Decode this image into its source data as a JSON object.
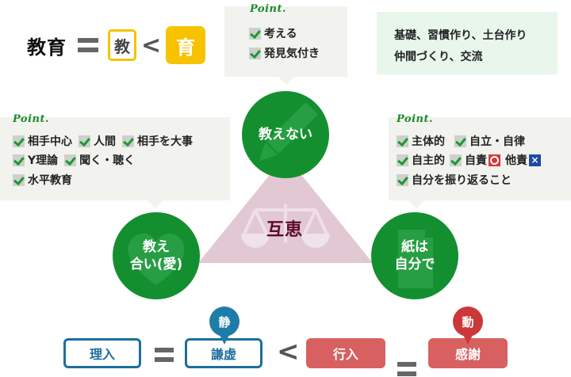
{
  "header": {
    "title": "教育",
    "equals": "=",
    "outlined_char": "教",
    "less_than": "<",
    "filled_char": "育",
    "accent_color": "#f7c300"
  },
  "top_point": {
    "logo": "Point.",
    "items": [
      "考える",
      "発見気付き"
    ]
  },
  "top_note": {
    "lines": [
      "基礎、習慣作り、土台作り",
      "仲間づくり、交流"
    ],
    "bg_color": "#e8f6ec"
  },
  "left_point": {
    "logo": "Point.",
    "rows": [
      [
        "相手中心",
        "人間",
        "相手を大事"
      ],
      [
        "Y理論",
        "聞く・聴く"
      ],
      [
        "水平教育"
      ]
    ]
  },
  "right_point": {
    "logo": "Point.",
    "rows": [
      [
        "主体的",
        "自立・自律"
      ],
      [
        "自主的",
        "自責",
        "他責"
      ],
      [
        "自分を振り返ること"
      ]
    ],
    "marks": {
      "self_blame": "○",
      "other_blame": "×"
    }
  },
  "diagram": {
    "center_label": "互恵",
    "center_icon": "scale-icon",
    "top_circle": {
      "label": "教えない",
      "icon": "pencil-icon"
    },
    "left_circle": {
      "label_line1": "教え",
      "label_line2": "合い(愛)",
      "icon": "heart-icon"
    },
    "right_circle": {
      "label_line1": "紙は",
      "label_line2": "自分で",
      "icon": "paper-icon"
    },
    "circle_color": "#148f30",
    "triangle_color": "#e2c8d3"
  },
  "bottom": {
    "box1": "理入",
    "eq1": "=",
    "box2": "謙虚",
    "box2_pin": "静",
    "less_than": "<",
    "box3": "行入",
    "eq2": "=",
    "box4": "感謝",
    "box4_pin": "動",
    "blue_color": "#1d6e9c",
    "red_color": "#d86060"
  }
}
